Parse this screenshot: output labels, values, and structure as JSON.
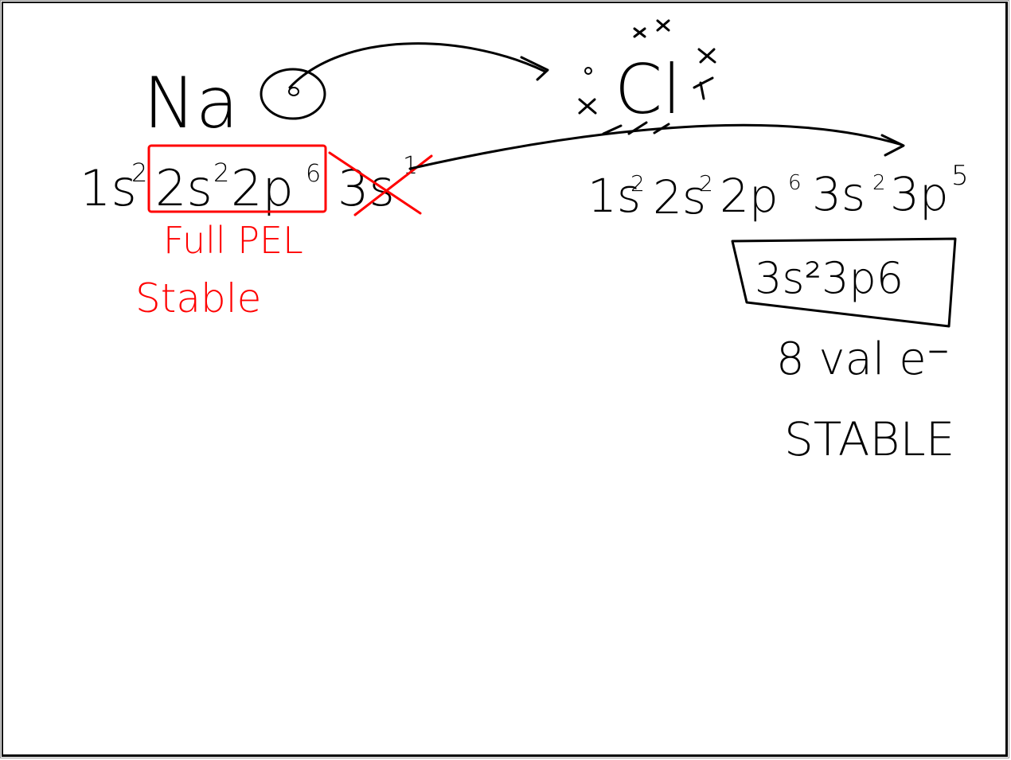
{
  "ink_colors": {
    "black": "#000000",
    "red": "#ff0000"
  },
  "sodium": {
    "symbol": "Na",
    "config": {
      "c1": "1s",
      "s1": "2",
      "c2": "2s",
      "s2": "2",
      "c3": "2p",
      "s3": "6",
      "c4": "3s",
      "s4": "1"
    },
    "note_line1": "Full PEL",
    "note_line2": "Stable"
  },
  "chlorine": {
    "symbol": "Cl",
    "config": {
      "c1": "1s",
      "s1": "2",
      "c2": "2s",
      "s2": "2",
      "c3": "2p",
      "s3": "6",
      "c4": "3s",
      "s4": "2",
      "c5": "3p",
      "s5": "5"
    },
    "boxed": "3s²3p6",
    "note_line1": "8 val e⁻",
    "note_line2": "STABLE"
  }
}
